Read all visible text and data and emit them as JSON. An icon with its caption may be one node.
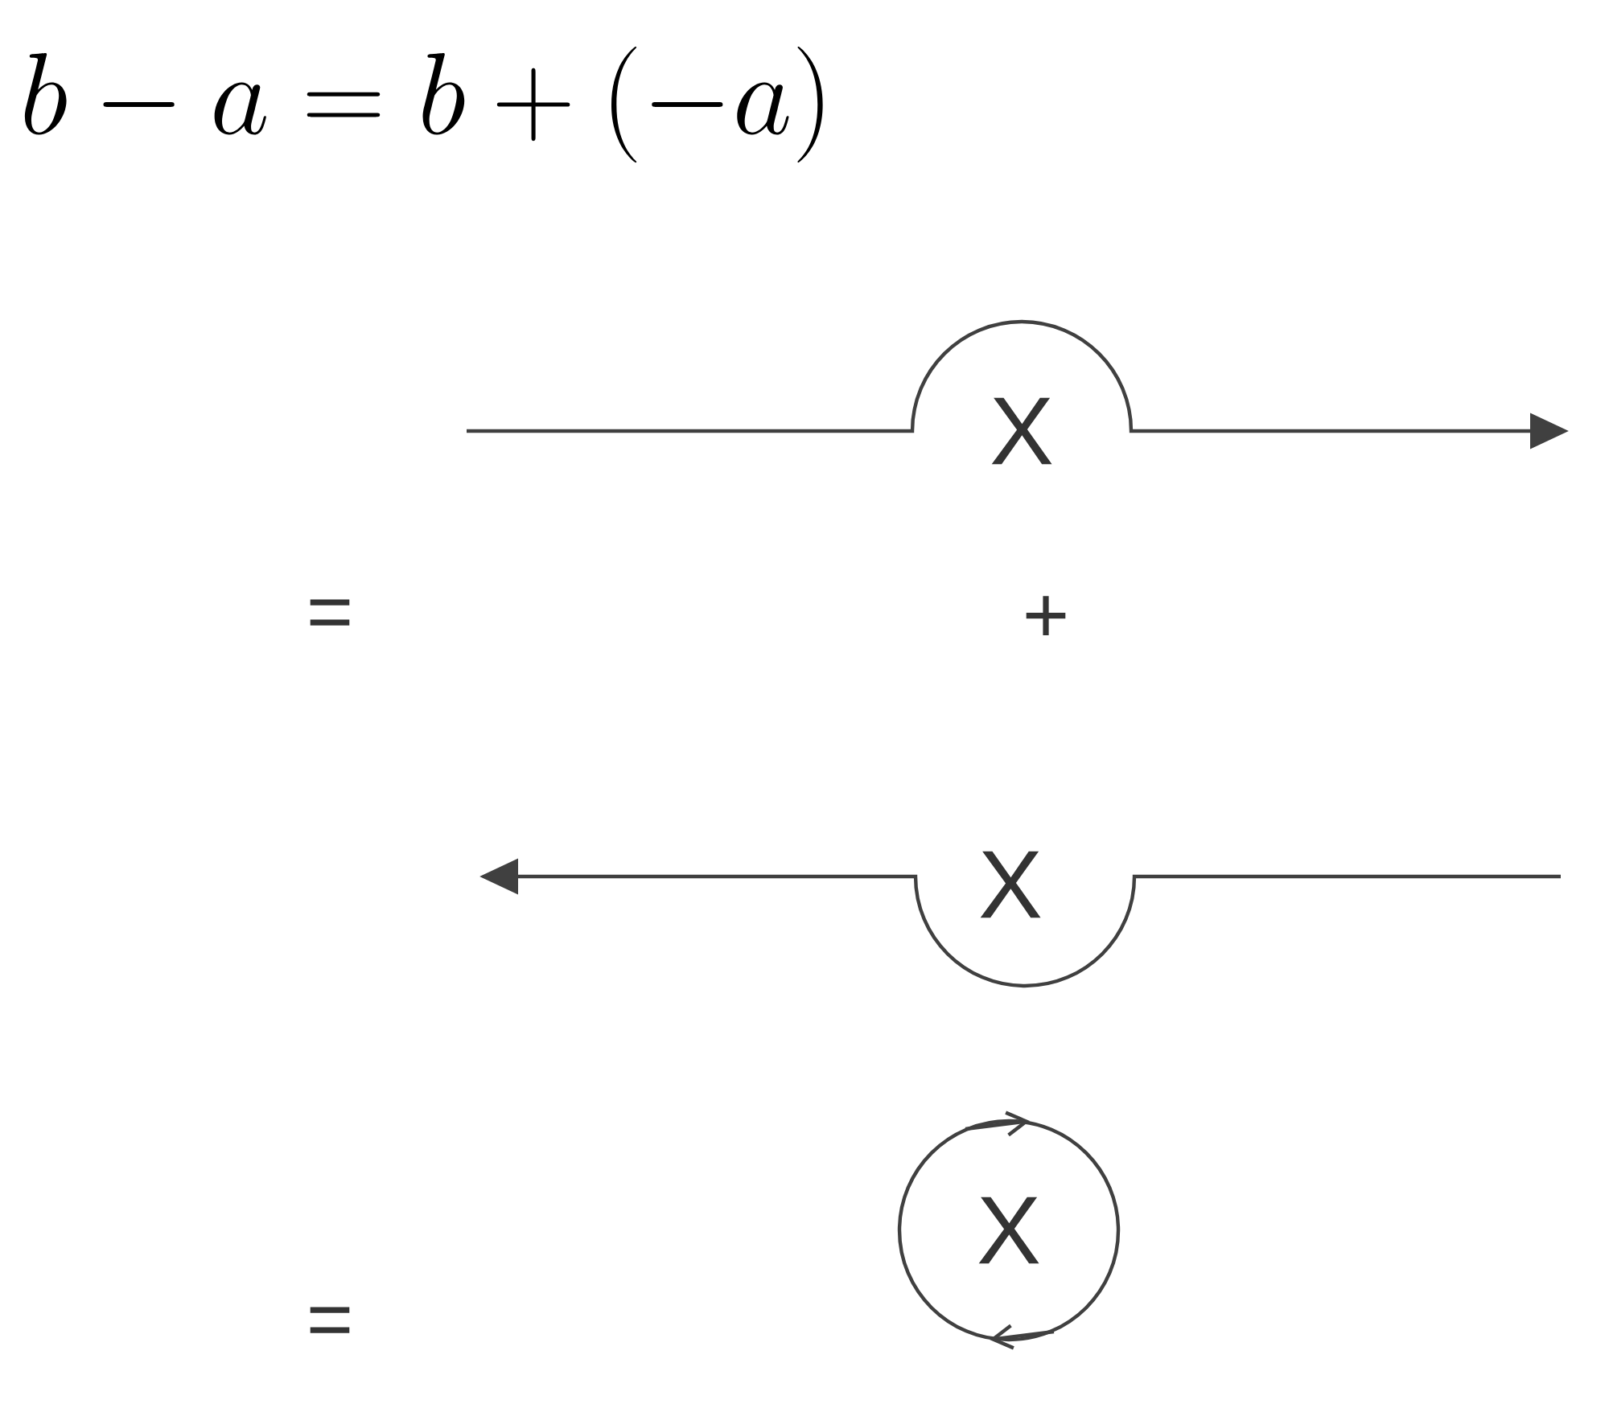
{
  "diagram": {
    "title": "b-a=b+(-a)",
    "labels": [
      "X",
      "=",
      "+",
      "X",
      "=",
      "X"
    ]
  }
}
